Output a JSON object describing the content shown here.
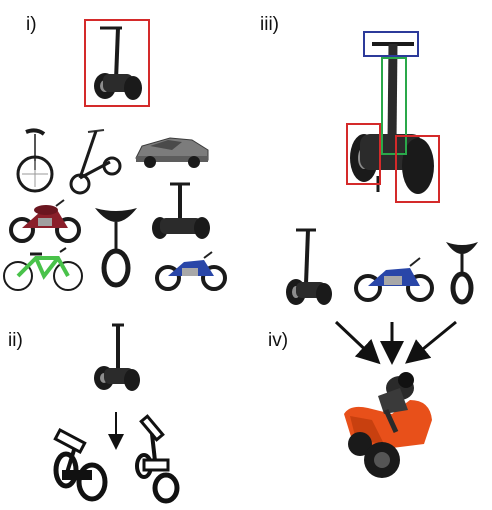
{
  "panels": {
    "i": {
      "label": "i)"
    },
    "ii": {
      "label": "ii)"
    },
    "iii": {
      "label": "iii)"
    },
    "iv": {
      "label": "iv)"
    }
  },
  "colors": {
    "highlight_red": "#d42a2a",
    "highlight_green": "#2aa84a",
    "highlight_blue": "#2c3a9a",
    "bike_green": "#49c24a",
    "moto_blue": "#2946a8",
    "moto_red": "#8a1f2a",
    "rider_orange": "#e8501a",
    "dark": "#1a1a1a",
    "grey": "#8d8d8d"
  },
  "icons": [
    "segway-icon",
    "unicycle-icon",
    "scooter-icon",
    "car-icon",
    "motorcycle-icon",
    "bicycle-icon",
    "abstract-part-icon",
    "hybrid-vehicle-icon"
  ]
}
